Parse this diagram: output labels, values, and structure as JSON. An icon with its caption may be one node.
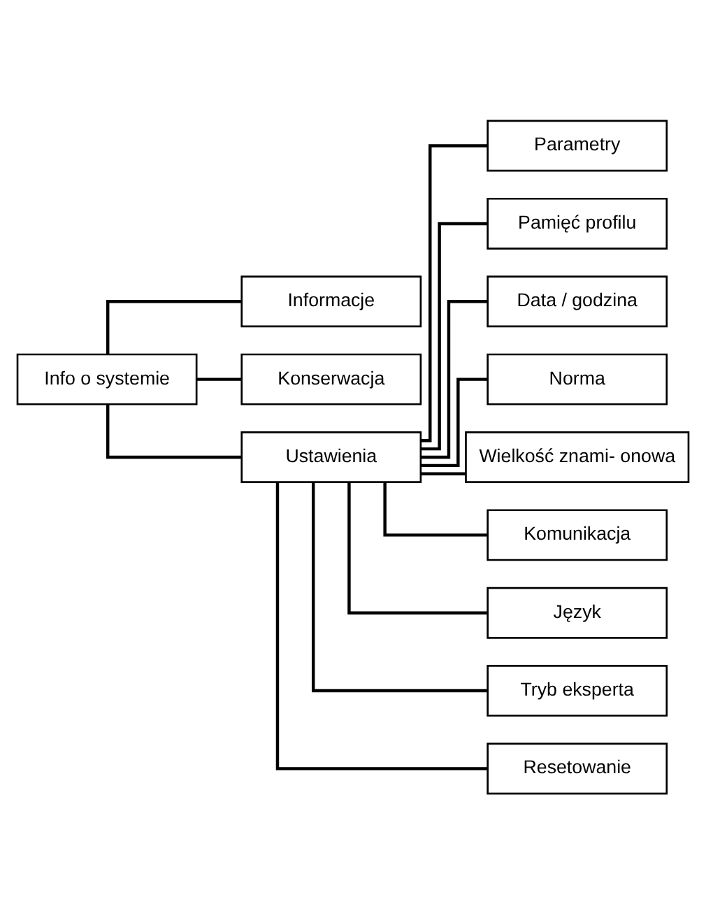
{
  "diagram": {
    "nodes": [
      {
        "text": [
          "Info o systemie"
        ]
      },
      {
        "text": [
          "Informacje"
        ]
      },
      {
        "text": [
          "Konserwacja"
        ]
      },
      {
        "text": [
          "Ustawienia"
        ]
      },
      {
        "text": [
          "Parametry"
        ]
      },
      {
        "text": [
          "Pamięć profilu"
        ]
      },
      {
        "text": [
          "Data / godzina"
        ]
      },
      {
        "text": [
          "Norma"
        ]
      },
      {
        "text": [
          "Wielkość znami- onowa"
        ]
      },
      {
        "text": [
          "Komunikacja"
        ]
      },
      {
        "text": [
          "Język"
        ]
      },
      {
        "text": [
          "Tryb eksperta"
        ]
      },
      {
        "text": [
          "Resetowanie"
        ]
      }
    ],
    "edges": [
      {
        "from": 0,
        "to": 1,
        "arrow": "none"
      },
      {
        "from": 0,
        "to": 2,
        "arrow": "none"
      },
      {
        "from": 0,
        "to": 3,
        "arrow": "none"
      },
      {
        "from": 3,
        "to": 4,
        "arrow": "none"
      },
      {
        "from": 3,
        "to": 5,
        "arrow": "none"
      },
      {
        "from": 3,
        "to": 6,
        "arrow": "none"
      },
      {
        "from": 3,
        "to": 7,
        "arrow": "none"
      },
      {
        "from": 3,
        "to": 8,
        "arrow": "none"
      },
      {
        "from": 3,
        "to": 9,
        "arrow": "none"
      },
      {
        "from": 3,
        "to": 10,
        "arrow": "none"
      },
      {
        "from": 3,
        "to": 11,
        "arrow": "none"
      },
      {
        "from": 3,
        "to": 12,
        "arrow": "none"
      }
    ]
  }
}
